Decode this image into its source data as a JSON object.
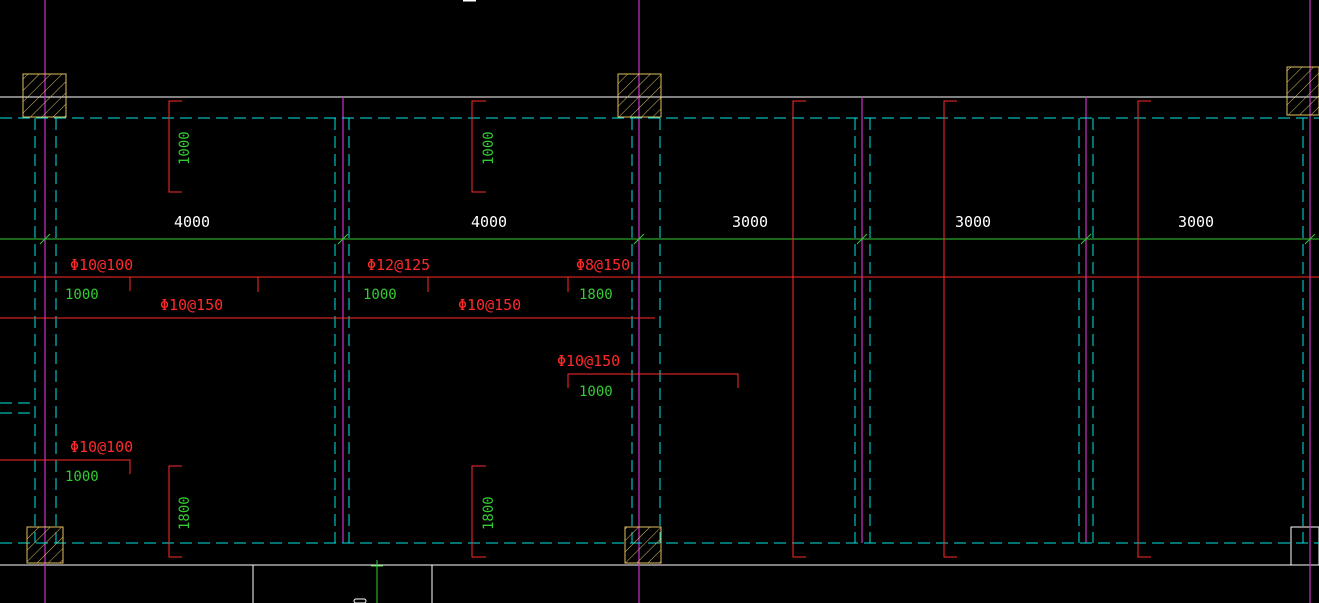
{
  "colors": {
    "background": "#000000",
    "beam_line": "#ffffff",
    "dashed_outline": "#00e5e5",
    "column_line": "#cc33cc",
    "dimension_line": "#33cc33",
    "rebar": "#ff2a2a",
    "length_text": "#33cc33",
    "dimension_text": "#ffffff",
    "column_hatch": "#e0c060"
  },
  "spans": [
    {
      "label": "4000"
    },
    {
      "label": "4000"
    },
    {
      "label": "3000"
    },
    {
      "label": "3000"
    },
    {
      "label": "3000"
    }
  ],
  "rebar_labels": {
    "r1": "Φ10@100",
    "r2": "Φ12@125",
    "r3": "Φ8@150",
    "r4": "Φ10@150",
    "r5": "Φ10@150",
    "r6": "Φ10@150",
    "r7": "Φ10@100"
  },
  "length_labels": {
    "l1": "1000",
    "l2": "1000",
    "l3": "1800",
    "l4": "1000",
    "l5": "1000",
    "v1": "1000",
    "v2": "1000",
    "v3": "1800",
    "v4": "1800"
  }
}
